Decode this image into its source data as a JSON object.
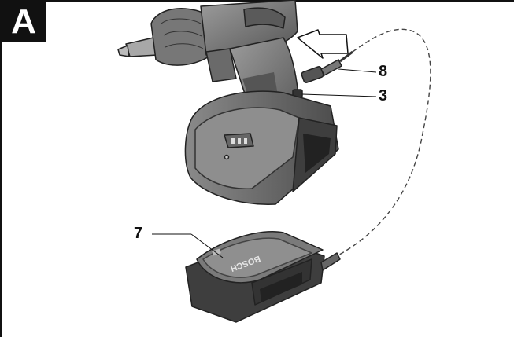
{
  "figure": {
    "label": "A"
  },
  "callouts": [
    {
      "id": "8",
      "text": "8"
    },
    {
      "id": "3",
      "text": "3"
    },
    {
      "id": "7",
      "text": "7"
    }
  ],
  "charger": {
    "brand": "BOSCH"
  },
  "colors": {
    "body_dark": "#4a4a4a",
    "body_mid": "#6e6e6e",
    "body_light": "#9a9a9a",
    "line": "#111111"
  }
}
